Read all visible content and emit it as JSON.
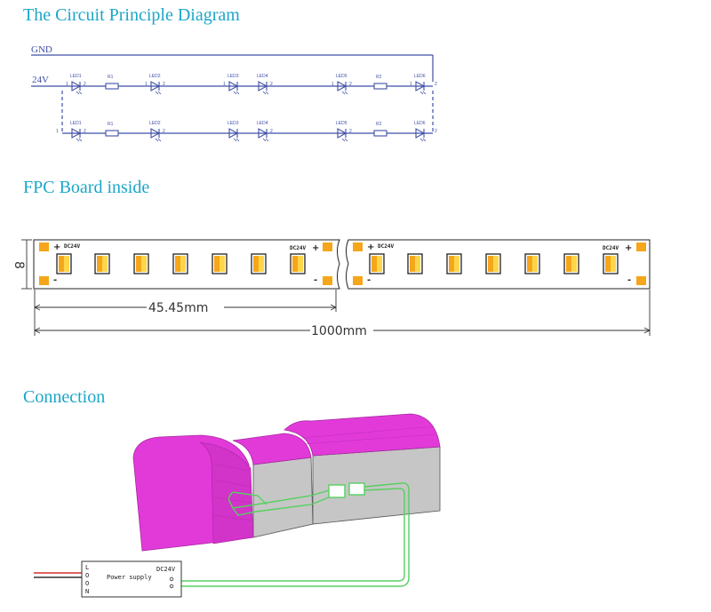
{
  "sections": {
    "circuit_title": "The Circuit Principle Diagram",
    "fpc_title": "FPC Board inside",
    "connection_title": "Connection"
  },
  "circuit": {
    "gnd_label": "GND",
    "voltage_label": "24V",
    "led_labels": [
      "LED1",
      "LED2",
      "LED3",
      "LED4",
      "LED5",
      "LED6"
    ],
    "resistor_labels": [
      "R1",
      "R2"
    ],
    "pin_labels": [
      "1",
      "2"
    ]
  },
  "fpc": {
    "left_plus": "+",
    "left_dc_label": "DC24V",
    "right_dc_label": "DC24V",
    "right_plus": "+",
    "minus": "-",
    "width_label": "8",
    "segment_dimension": "45.45mm",
    "total_dimension": "1000mm",
    "colors": {
      "pad": "#f6a61a",
      "chip_light": "#ffd64a"
    }
  },
  "connection": {
    "power_supply_label": "Power supply",
    "output_label": "DC24V",
    "input_letters": [
      "L",
      "O",
      "O",
      "N"
    ],
    "colors": {
      "profile": "#e23ad9",
      "cable": "#56d05f",
      "wire_red": "#d0312d",
      "wire_dark": "#333333"
    }
  }
}
